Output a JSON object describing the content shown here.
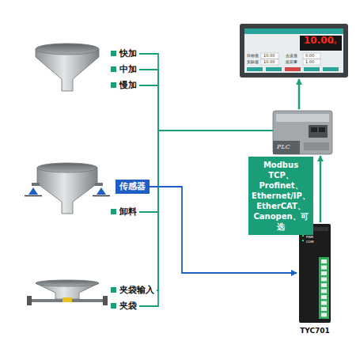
{
  "diagram": {
    "nodes": [
      {
        "text": [
          "10.00",
          "kg"
        ]
      },
      {
        "text": [
          "PLC"
        ]
      },
      {
        "text": [
          "快加"
        ]
      },
      {
        "text": [
          "中加"
        ]
      },
      {
        "text": [
          "慢加"
        ]
      },
      {
        "text": [
          "传感器"
        ]
      },
      {
        "text": [
          "卸料"
        ]
      },
      {
        "text": [
          "夹袋输入"
        ]
      },
      {
        "text": [
          "夹袋"
        ]
      },
      {
        "text": [
          "TYC701"
        ]
      }
    ],
    "edges": [
      {
        "from": 2,
        "to": 1,
        "arrow": "none"
      },
      {
        "from": 3,
        "to": 1,
        "arrow": "none"
      },
      {
        "from": 4,
        "to": 1,
        "arrow": "none"
      },
      {
        "from": 6,
        "to": 1,
        "arrow": "none"
      },
      {
        "from": 7,
        "to": 1,
        "arrow": "none"
      },
      {
        "from": 8,
        "to": 1,
        "arrow": "none"
      },
      {
        "from": 5,
        "to": 9,
        "arrow": "to"
      },
      {
        "from": 9,
        "to": 1,
        "arrow": "to",
        "label": "Modbus TCP、 Profinet、 Ethernet/IP、 EtherCAT、 Canopen、可选"
      },
      {
        "from": 1,
        "to": 0,
        "arrow": "to"
      }
    ],
    "labels": [
      "目标值",
      "10.00",
      "去皮值",
      "0.00",
      "实际值",
      "10.00",
      "提前量",
      "1.00",
      "PWR",
      "COM"
    ]
  }
}
